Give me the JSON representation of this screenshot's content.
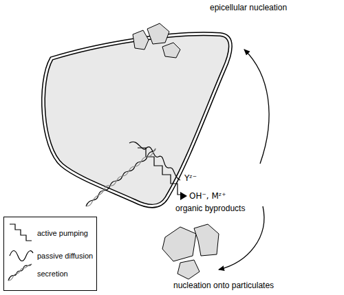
{
  "diagram": {
    "labels": [
      "epicellular nucleation",
      "Yᶻ⁻",
      "OH⁻, Mᶻ⁺",
      "organic byproducts",
      "nucleation onto particulates"
    ],
    "legend": [
      {
        "text": "active pumping"
      },
      {
        "text": "passive diffusion"
      },
      {
        "text": "secretion"
      }
    ]
  }
}
